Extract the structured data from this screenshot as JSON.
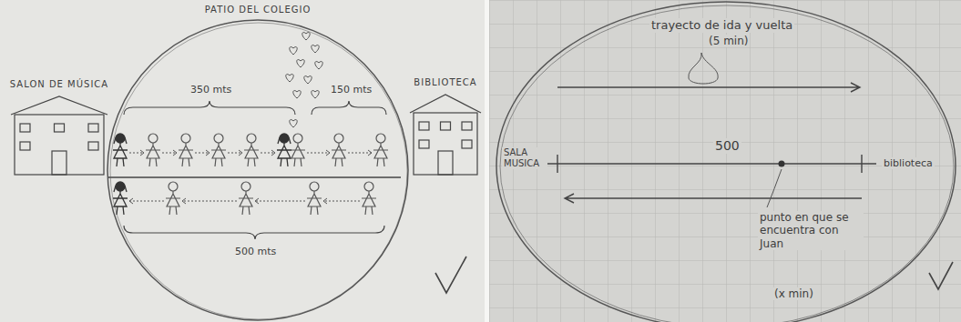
{
  "diagram": {
    "nodes": [
      {
        "text": [
          "PATIO DEL COLEGIO"
        ]
      },
      {
        "text": [
          "SALON DE MÚSICA"
        ]
      },
      {
        "text": [
          "BIBLIOTECA"
        ]
      }
    ],
    "labels": [
      "350 mts",
      "150 mts",
      "500 mts",
      "trayecto de ida y vuelta",
      "(5 min)",
      "500",
      "SALA MUSICA",
      "biblioteca",
      "punto en que se encuentra con Juan",
      "(x min)"
    ]
  }
}
